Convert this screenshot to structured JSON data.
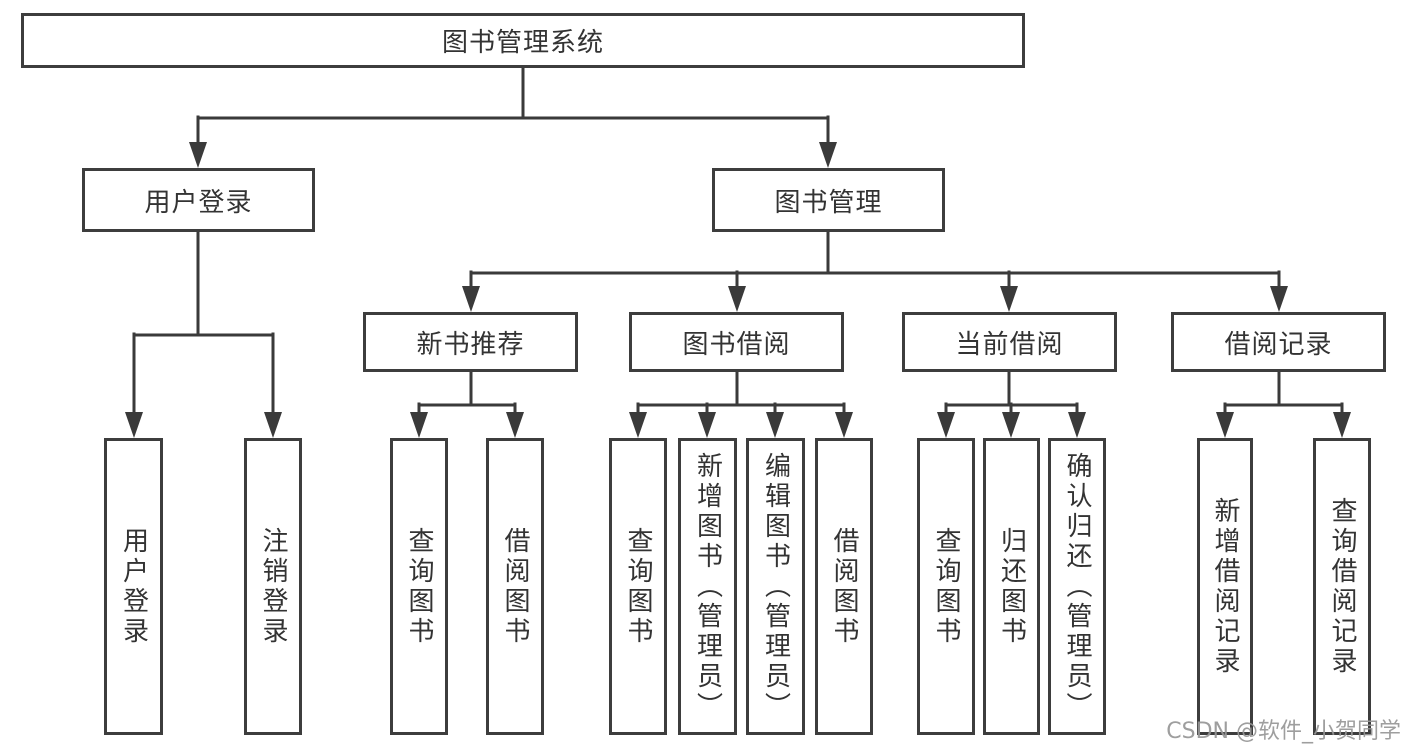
{
  "diagram": {
    "type": "tree",
    "background_color": "#ffffff",
    "line_color": "#3a3a3a",
    "box_border_color": "#3d3d3d",
    "text_color": "#333333",
    "watermark": {
      "text": "CSDN @软件_小贺同学",
      "color": "#969696"
    },
    "tree": {
      "label": "图书管理系统",
      "children": [
        {
          "label": "用户登录",
          "children": [
            {
              "label": "用户登录"
            },
            {
              "label": "注销登录"
            }
          ]
        },
        {
          "label": "图书管理",
          "children": [
            {
              "label": "新书推荐",
              "children": [
                {
                  "label": "查询图书"
                },
                {
                  "label": "借阅图书"
                }
              ]
            },
            {
              "label": "图书借阅",
              "children": [
                {
                  "label": "查询图书"
                },
                {
                  "label": "新增图书（管理员）"
                },
                {
                  "label": "编辑图书（管理员）"
                },
                {
                  "label": "借阅图书"
                }
              ]
            },
            {
              "label": "当前借阅",
              "children": [
                {
                  "label": "查询图书"
                },
                {
                  "label": "归还图书"
                },
                {
                  "label": "确认归还（管理员）"
                }
              ]
            },
            {
              "label": "借阅记录",
              "children": [
                {
                  "label": "新增借阅记录"
                },
                {
                  "label": "查询借阅记录"
                }
              ]
            }
          ]
        }
      ]
    }
  }
}
